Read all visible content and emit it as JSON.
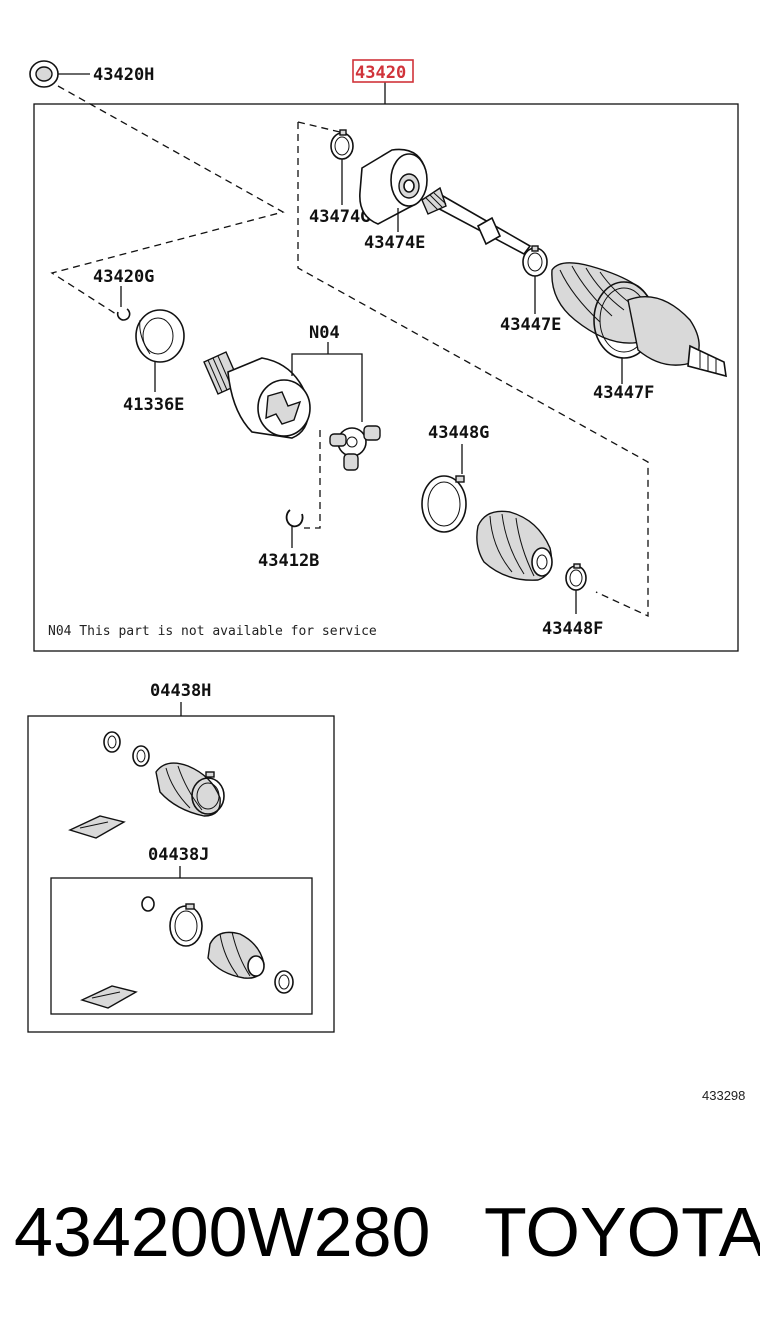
{
  "diagram": {
    "main_assembly": {
      "number": "43420",
      "highlight_color": "#d0333a",
      "parts": {
        "p43420H": "43420H",
        "p43474G": "43474G",
        "p43474E": "43474E",
        "p43420G": "43420G",
        "pN04": "N04",
        "p41336E": "41336E",
        "p43447E": "43447E",
        "p43447F": "43447F",
        "p43448G": "43448G",
        "p43412B": "43412B",
        "p43448F": "43448F"
      },
      "note": "N04 This part is not available for service"
    },
    "kit_outer": {
      "number": "04438H"
    },
    "kit_inner": {
      "number": "04438J"
    },
    "diagram_id": "433298"
  },
  "footer": {
    "part_number": "434200W280",
    "brand": "TOYOTA"
  }
}
